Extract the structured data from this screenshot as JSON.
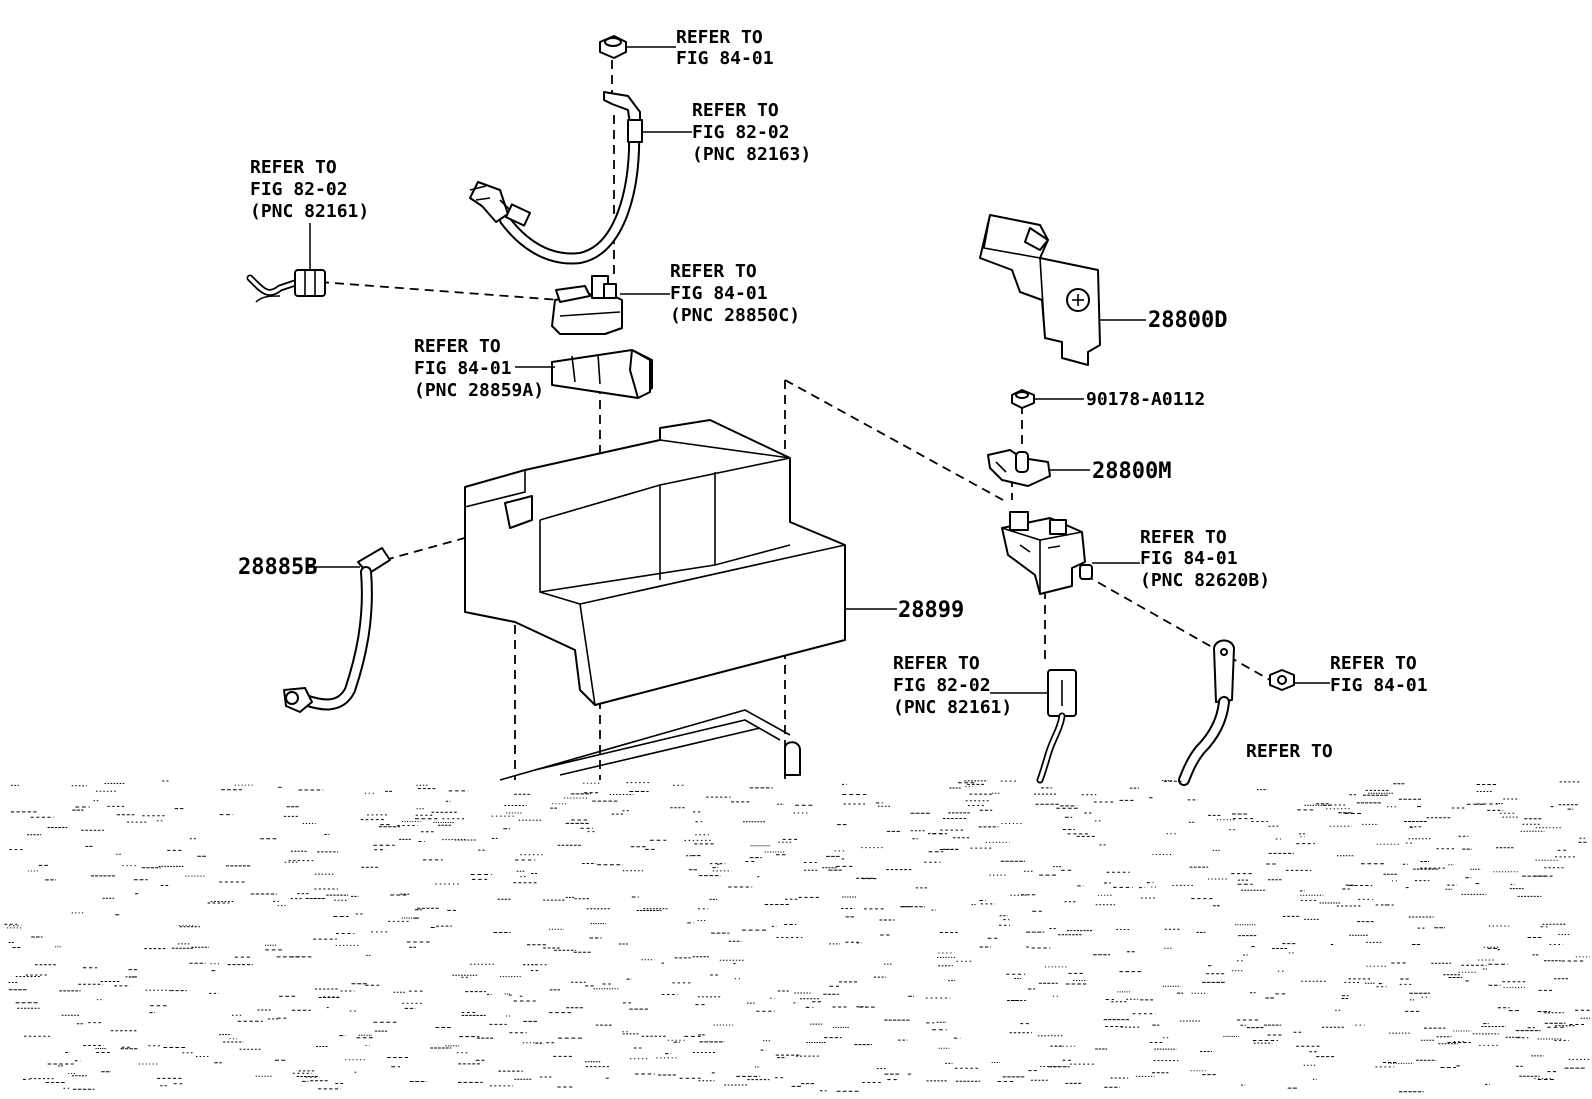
{
  "callouts": [
    {
      "id": "ref-nut-top",
      "lines": [
        "REFER TO",
        "FIG 84-01"
      ]
    },
    {
      "id": "ref-cable-82163",
      "lines": [
        "REFER TO",
        "FIG 82-02",
        "(PNC 82163)"
      ]
    },
    {
      "id": "ref-harness-82161-left",
      "lines": [
        "REFER TO",
        "FIG 82-02",
        "(PNC 82161)"
      ]
    },
    {
      "id": "ref-clamp-28850c",
      "lines": [
        "REFER TO",
        "FIG 84-01",
        "(PNC 28850C)"
      ]
    },
    {
      "id": "ref-cover-28859a",
      "lines": [
        "REFER TO",
        "FIG 84-01",
        "(PNC 28859A)"
      ]
    },
    {
      "id": "ref-clamp-82620b",
      "lines": [
        "REFER TO",
        "FIG 84-01",
        "(PNC 82620B)"
      ]
    },
    {
      "id": "ref-harness-82161-right",
      "lines": [
        "REFER TO",
        "FIG 82-02",
        "(PNC 82161)"
      ]
    },
    {
      "id": "ref-nut-right",
      "lines": [
        "REFER TO",
        "FIG 84-01"
      ]
    },
    {
      "id": "ref-cut-off",
      "lines": [
        "REFER TO"
      ]
    }
  ],
  "part_numbers": {
    "p28800d": "28800D",
    "p90178": "90178-A0112",
    "p28800m": "28800M",
    "p28885b": "28885B",
    "p28899": "28899"
  }
}
